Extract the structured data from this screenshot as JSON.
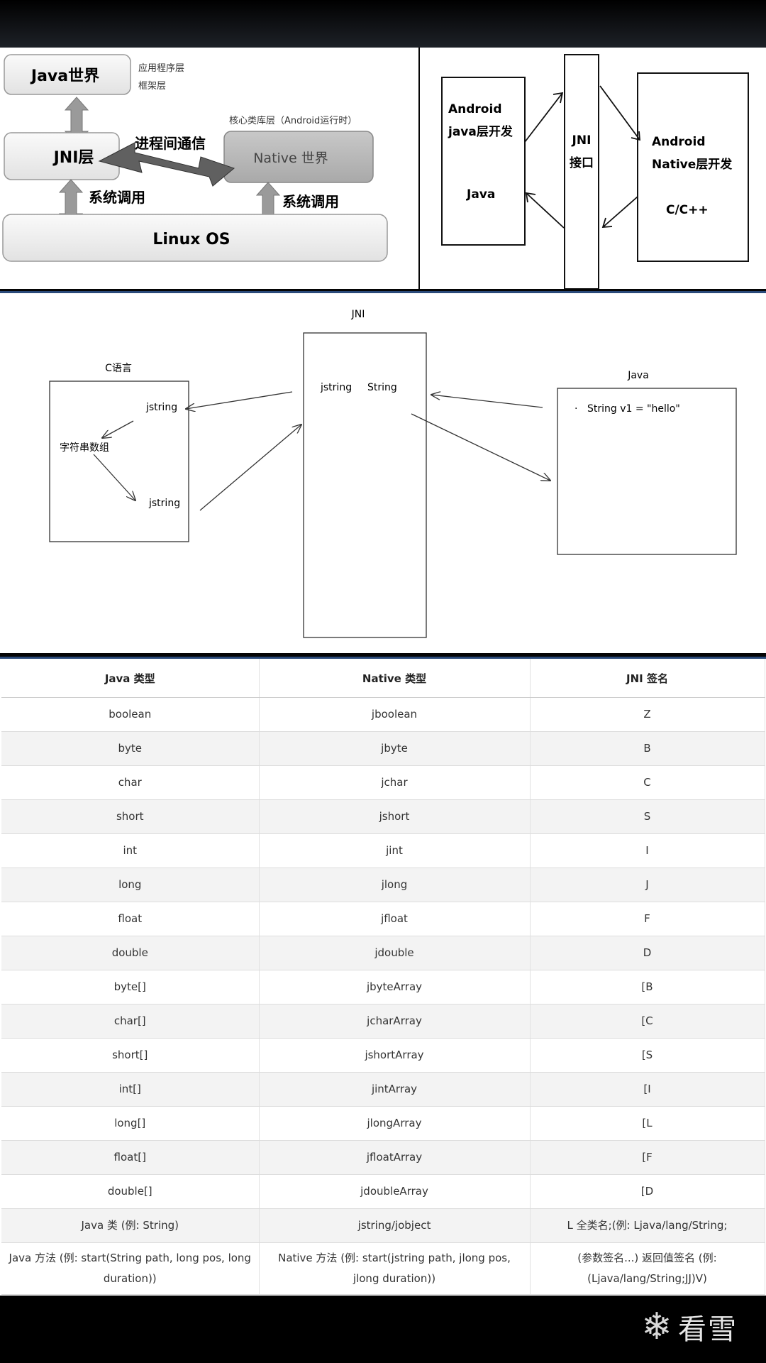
{
  "diagram1": {
    "java_world": "Java世界",
    "app_layer": "应用程序层",
    "framework_layer": "框架层",
    "core_lib_layer": "核心类库层（Android运行时）",
    "jni_layer": "JNI层",
    "ipc": "进程间通信",
    "native_world": "Native 世界",
    "syscall_left": "系统调用",
    "syscall_right": "系统调用",
    "linux_os": "Linux OS"
  },
  "diagram2": {
    "android_java_1": "Android",
    "android_java_2": "java层开发",
    "java": "Java",
    "jni_1": "JNI",
    "jni_2": "接口",
    "android_native_1": "Android",
    "android_native_2": "Native层开发",
    "cpp": "C/C++"
  },
  "diagram3": {
    "jni_title": "JNI",
    "c_title": "C语言",
    "java_title": "Java",
    "jni_jstring": "jstring",
    "jni_string": "String",
    "c_jstring_top": "jstring",
    "c_char_array": "字符串数组",
    "c_jstring_bottom": "jstring",
    "java_bullet": "·",
    "java_code": "String v1 = \"hello\""
  },
  "table": {
    "headers": [
      "Java 类型",
      "Native 类型",
      "JNI 签名"
    ],
    "rows": [
      [
        "boolean",
        "jboolean",
        "Z"
      ],
      [
        "byte",
        "jbyte",
        "B"
      ],
      [
        "char",
        "jchar",
        "C"
      ],
      [
        "short",
        "jshort",
        "S"
      ],
      [
        "int",
        "jint",
        "I"
      ],
      [
        "long",
        "jlong",
        "J"
      ],
      [
        "float",
        "jfloat",
        "F"
      ],
      [
        "double",
        "jdouble",
        "D"
      ],
      [
        "byte[]",
        "jbyteArray",
        "[B"
      ],
      [
        "char[]",
        "jcharArray",
        "[C"
      ],
      [
        "short[]",
        "jshortArray",
        "[S"
      ],
      [
        "int[]",
        "jintArray",
        "[I"
      ],
      [
        "long[]",
        "jlongArray",
        "[L"
      ],
      [
        "float[]",
        "jfloatArray",
        "[F"
      ],
      [
        "double[]",
        "jdoubleArray",
        "[D"
      ],
      [
        "Java 类 (例: String)",
        "jstring/jobject",
        "L 全类名;(例: Ljava/lang/String;"
      ],
      [
        "Java 方法 (例: start(String path, long pos, long duration))",
        "Native 方法 (例: start(jstring path, jlong pos, jlong duration))",
        "(参数签名...) 返回值签名 (例: (Ljava/lang/String;JJ)V)"
      ]
    ]
  },
  "watermark": "看雪"
}
